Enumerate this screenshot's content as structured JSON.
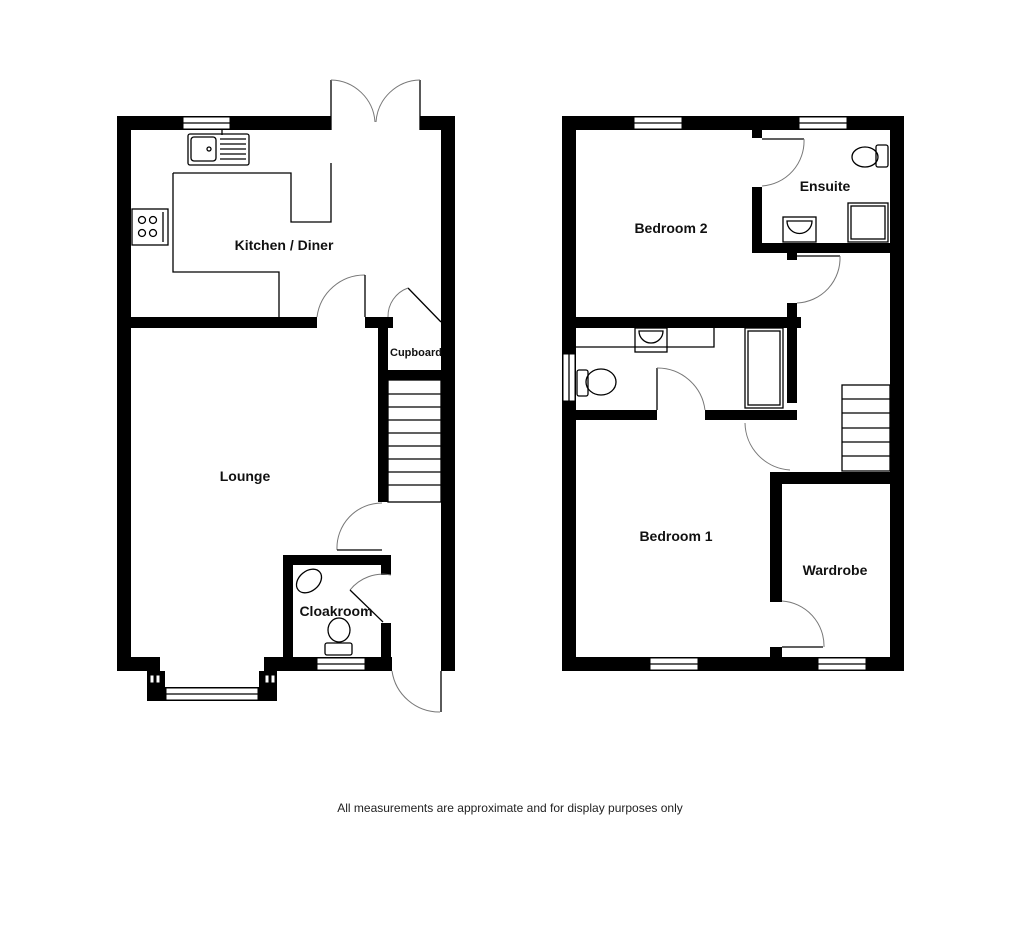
{
  "ground_floor": {
    "rooms": [
      {
        "name": "Kitchen / Diner"
      },
      {
        "name": "Cupboard"
      },
      {
        "name": "Lounge"
      },
      {
        "name": "Cloakroom"
      }
    ]
  },
  "first_floor": {
    "rooms": [
      {
        "name": "Bedroom 2"
      },
      {
        "name": "Ensuite"
      },
      {
        "name": "Bedroom 1"
      },
      {
        "name": "Wardrobe"
      }
    ]
  },
  "footer": {
    "disclaimer": "All measurements are approximate and for display purposes only"
  },
  "colors": {
    "wall": "#000000",
    "background": "#ffffff",
    "door_arc": "#777777"
  }
}
